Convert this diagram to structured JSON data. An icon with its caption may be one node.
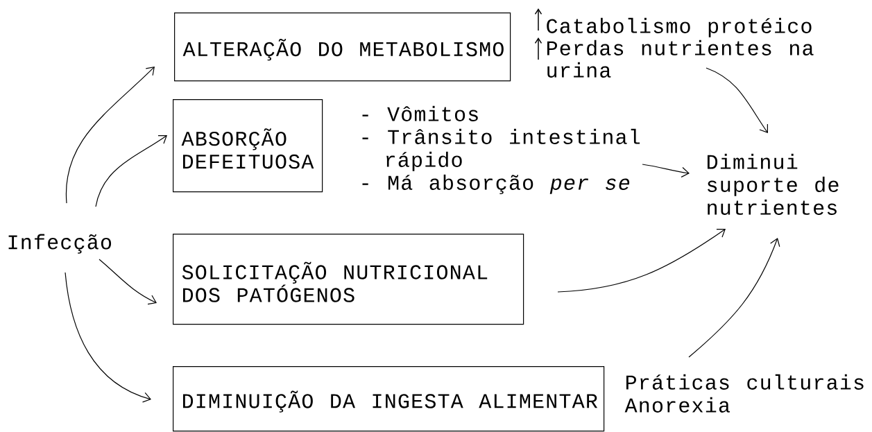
{
  "diagram": {
    "nodes": [
      {
        "text": [
          "Infecção"
        ]
      },
      {
        "text": [
          "ALTERAÇÃO DO METABOLISMO"
        ]
      },
      {
        "text": [
          "ABSORÇÃO DEFEITUOSA"
        ]
      },
      {
        "text": [
          "SOLICITAÇÃO NUTRICIONAL DOS PATÓGENOS"
        ]
      },
      {
        "text": [
          "DIMINUIÇÃO DA INGESTA ALIMENTAR"
        ]
      },
      {
        "text": [
          "Catabolismo protéico",
          "Perdas nutrientes na urina"
        ]
      },
      {
        "text": [
          "- Vômitos",
          "- Trânsito intestinal rápido",
          "- Má absorção *per se*"
        ]
      },
      {
        "text": [
          "Diminui suporte de nutrientes"
        ]
      },
      {
        "text": [
          "Práticas culturais",
          "Anorexia"
        ]
      }
    ],
    "edges": [
      {
        "from": 0,
        "to": 1,
        "arrow": "to"
      },
      {
        "from": 0,
        "to": 2,
        "arrow": "to"
      },
      {
        "from": 0,
        "to": 3,
        "arrow": "to"
      },
      {
        "from": 0,
        "to": 4,
        "arrow": "to"
      },
      {
        "from": 5,
        "to": 7,
        "arrow": "to"
      },
      {
        "from": 6,
        "to": 7,
        "arrow": "to"
      },
      {
        "from": 3,
        "to": 7,
        "arrow": "to"
      },
      {
        "from": 8,
        "to": 7,
        "arrow": "to"
      }
    ]
  }
}
